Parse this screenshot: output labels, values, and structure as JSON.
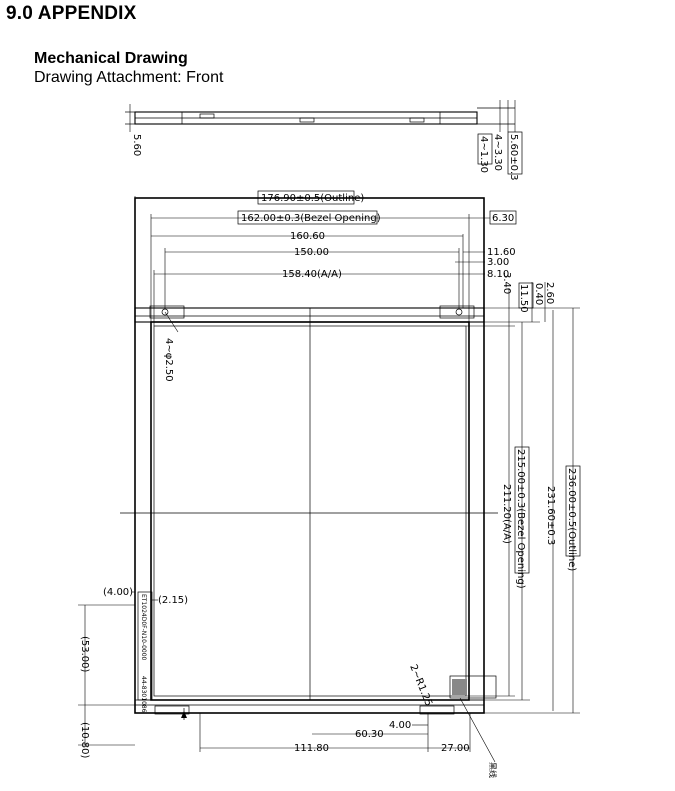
{
  "section_title": "9.0 APPENDIX",
  "drawing_title": "Mechanical Drawing",
  "drawing_subtitle": "Drawing Attachment: Front",
  "dims": {
    "side_thickness": "5.60",
    "side_total": "5.60±0.3",
    "side_mid": "4~3.30",
    "side_low": "4~1.30",
    "outline_width": "176.90±0.5(Outline)",
    "bezel_width": "162.00±0.3(Bezel Opening)",
    "right_offset_a": "6.30",
    "width_160": "160.60",
    "width_150": "150.00",
    "aa_width": "158.40(A/A)",
    "off_1160": "11.60",
    "off_300": "3.00",
    "off_810": "8.10",
    "off_340": "3.40",
    "off_115": "11.50",
    "off_040": "0.40",
    "off_260": "2.60",
    "hole_dia": "4~φ2.50",
    "outline_height": "236.00±0.5(Outline)",
    "height_2316": "231.60±0.3",
    "bezel_height": "215.00±0.3(Bezel Opening)",
    "aa_height": "211.20(A/A)",
    "left_400": "(4.00)",
    "left_215": "(2.15)",
    "left_5300": "(53.00)",
    "left_1080": "(10.80)",
    "radius": "2~R1.25",
    "bot_400": "4.00",
    "bot_6030": "60.30",
    "bot_1118": "111.80",
    "bot_2700": "27.00",
    "fpc_label": "ET1024D0F-N10-0000",
    "fpc_part": "44-8301086",
    "note_label": "黑线"
  }
}
